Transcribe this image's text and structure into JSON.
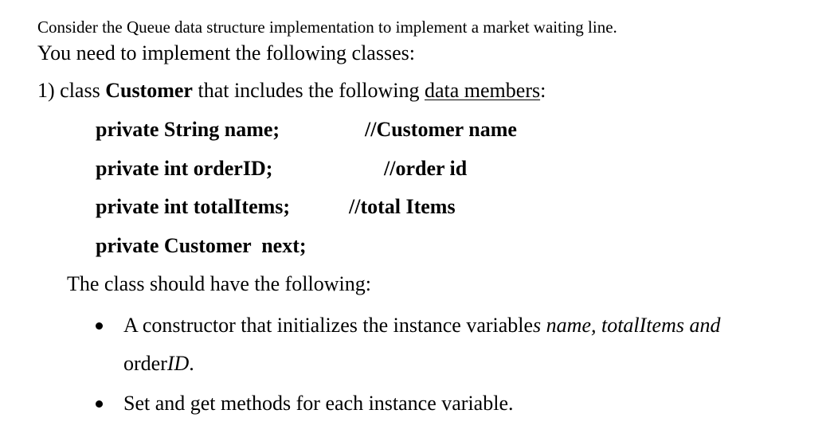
{
  "intro": {
    "line1": "Consider the Queue data structure implementation to implement a market waiting line.",
    "line2": "You need to implement the following classes:"
  },
  "item1": {
    "prefix": "1) class ",
    "class_name": "Customer",
    "middle": " that includes the following ",
    "underlined": "data members",
    "suffix": ":"
  },
  "members": [
    {
      "decl": "private String name;",
      "comment": "//Customer name"
    },
    {
      "decl": "private int orderID;",
      "comment": "//order id"
    },
    {
      "decl": "private int totalItems;",
      "comment": "//total Items"
    },
    {
      "decl": "private Customer  next;",
      "comment": ""
    }
  ],
  "should_have": "The class should have the following:",
  "bullets": {
    "b1_part1": "A constructor that initializes the instance variable",
    "b1_italic1": "s name, totalItems and",
    "b1_part2": "order",
    "b1_italic2": "ID",
    "b1_end": ".",
    "b2": "Set and get methods for each instance variable."
  }
}
